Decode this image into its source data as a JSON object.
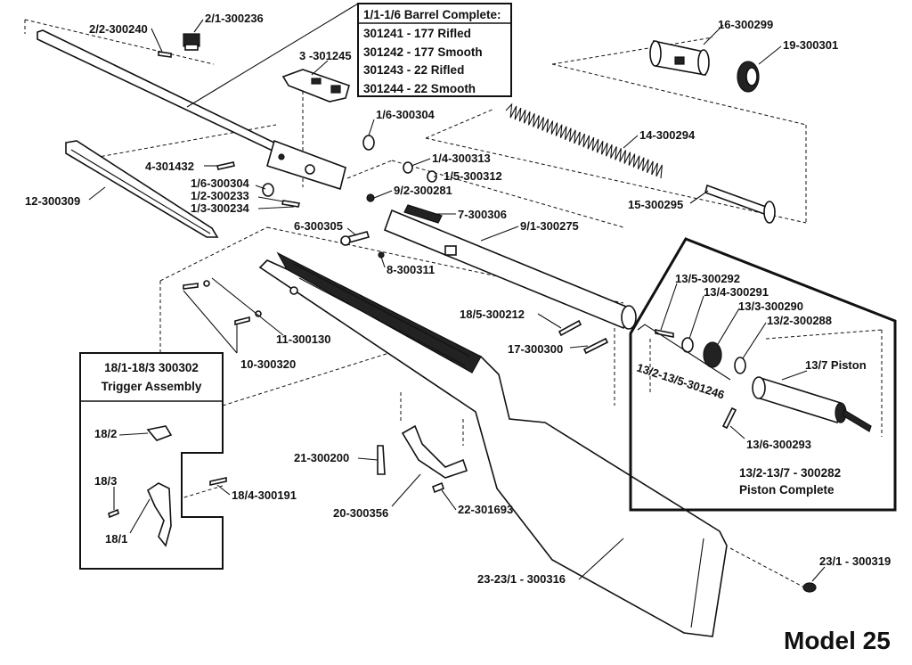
{
  "barrel_box": {
    "title": "1/1-1/6 Barrel Complete:",
    "rows": [
      "301241 - 177 Rifled",
      "301242 - 177 Smooth",
      "301243 - 22 Rifled",
      "301244 - 22 Smooth"
    ]
  },
  "trigger_box": {
    "title_line1": "18/1-18/3 300302",
    "title_line2": "Trigger Assembly"
  },
  "piston_box": {
    "range_label": "13/2-13/5-301246",
    "complete_line1": "13/2-13/7 - 300282",
    "complete_line2": "Piston Complete"
  },
  "model_label": "Model 25",
  "labels": {
    "p2_2": "2/2-300240",
    "p2_1": "2/1-300236",
    "p3": "3 -301245",
    "p16": "16-300299",
    "p19": "19-300301",
    "p1_6a": "1/6-300304",
    "p14": "14-300294",
    "p4": "4-301432",
    "p1_4": "1/4-300313",
    "p1_5": "1/5-300312",
    "p1_6b": "1/6-300304",
    "p1_2": "1/2-300233",
    "p1_3": "1/3-300234",
    "p9_2": "9/2-300281",
    "p12": "12-300309",
    "p15": "15-300295",
    "p7": "7-300306",
    "p9_1": "9/1-300275",
    "p6": "6-300305",
    "p8": "8-300311",
    "p13_5": "13/5-300292",
    "p13_4": "13/4-300291",
    "p13_3": "13/3-300290",
    "p13_2": "13/2-300288",
    "p11": "11-300130",
    "p18_5": "18/5-300212",
    "p17": "17-300300",
    "p10": "10-300320",
    "p13_7": "13/7 Piston",
    "p18_2": "18/2",
    "p18_3": "18/3",
    "p18_1": "18/1",
    "p18_4": "18/4-300191",
    "p13_6": "13/6-300293",
    "p21": "21-300200",
    "p20": "20-300356",
    "p22": "22-301693",
    "p23": "23-23/1 - 300316",
    "p23_1": "23/1 - 300319"
  }
}
